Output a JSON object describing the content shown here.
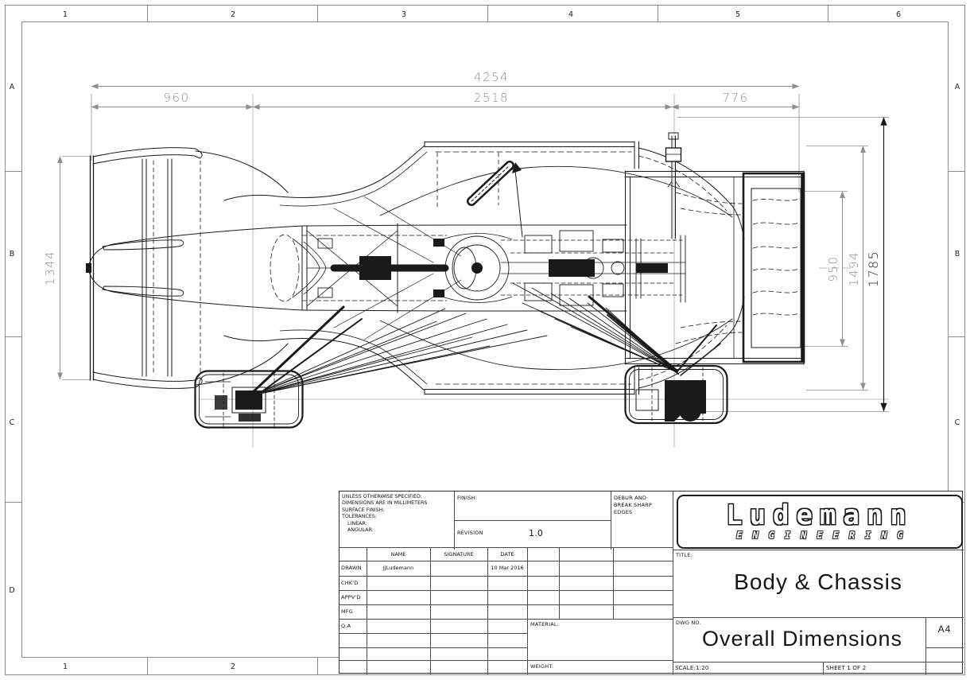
{
  "sheet": {
    "zones_top": [
      "1",
      "2",
      "3",
      "4",
      "5",
      "6"
    ],
    "zones_bottom": [
      "1",
      "2"
    ],
    "zones_left": [
      "A",
      "B",
      "C",
      "D"
    ],
    "zones_right": [
      "A",
      "B",
      "C"
    ]
  },
  "drawing": {
    "description": "Formula race car top view wireframe",
    "dims": {
      "overall_length": "4254",
      "front_overhang": "960",
      "wheelbase": "2518",
      "rear_overhang": "776",
      "front_wing_span": "1344",
      "rear_wing_width": "950",
      "rear_body_width": "1494",
      "overall_width": "1785"
    }
  },
  "title_block": {
    "notes": [
      "UNLESS OTHERWISE SPECIFIED:",
      "DIMENSIONS ARE IN MILLIMETERS",
      "SURFACE FINISH:",
      "TOLERANCES:",
      "LINEAR:",
      "ANGULAR:"
    ],
    "finish_label": "FINISH:",
    "revision_label": "REVISION",
    "revision_value": "1.0",
    "debur_lines": [
      "DEBUR AND",
      "BREAK SHARP",
      "EDGES"
    ],
    "table": {
      "headers": [
        "NAME",
        "SIGNATURE",
        "DATE"
      ],
      "rows": [
        {
          "role": "DRAWN",
          "name": "JJLudemann",
          "signature": "",
          "date": "10 Mar 2016"
        },
        {
          "role": "CHK'D",
          "name": "",
          "signature": "",
          "date": ""
        },
        {
          "role": "APPV'D",
          "name": "",
          "signature": "",
          "date": ""
        },
        {
          "role": "MFG",
          "name": "",
          "signature": "",
          "date": ""
        },
        {
          "role": "Q.A",
          "name": "",
          "signature": "",
          "date": ""
        }
      ]
    },
    "material_label": "MATERIAL:",
    "weight_label": "WEIGHT:",
    "title_label": "TITLE:",
    "title": "Body & Chassis",
    "dwg_no_label": "DWG NO.",
    "dwg_title": "Overall Dimensions",
    "paper_size": "A4",
    "scale": "SCALE:1:20",
    "sheet": "SHEET 1 OF 2",
    "logo": {
      "name": "Ludemann",
      "tagline": "ENGINEERING"
    }
  }
}
